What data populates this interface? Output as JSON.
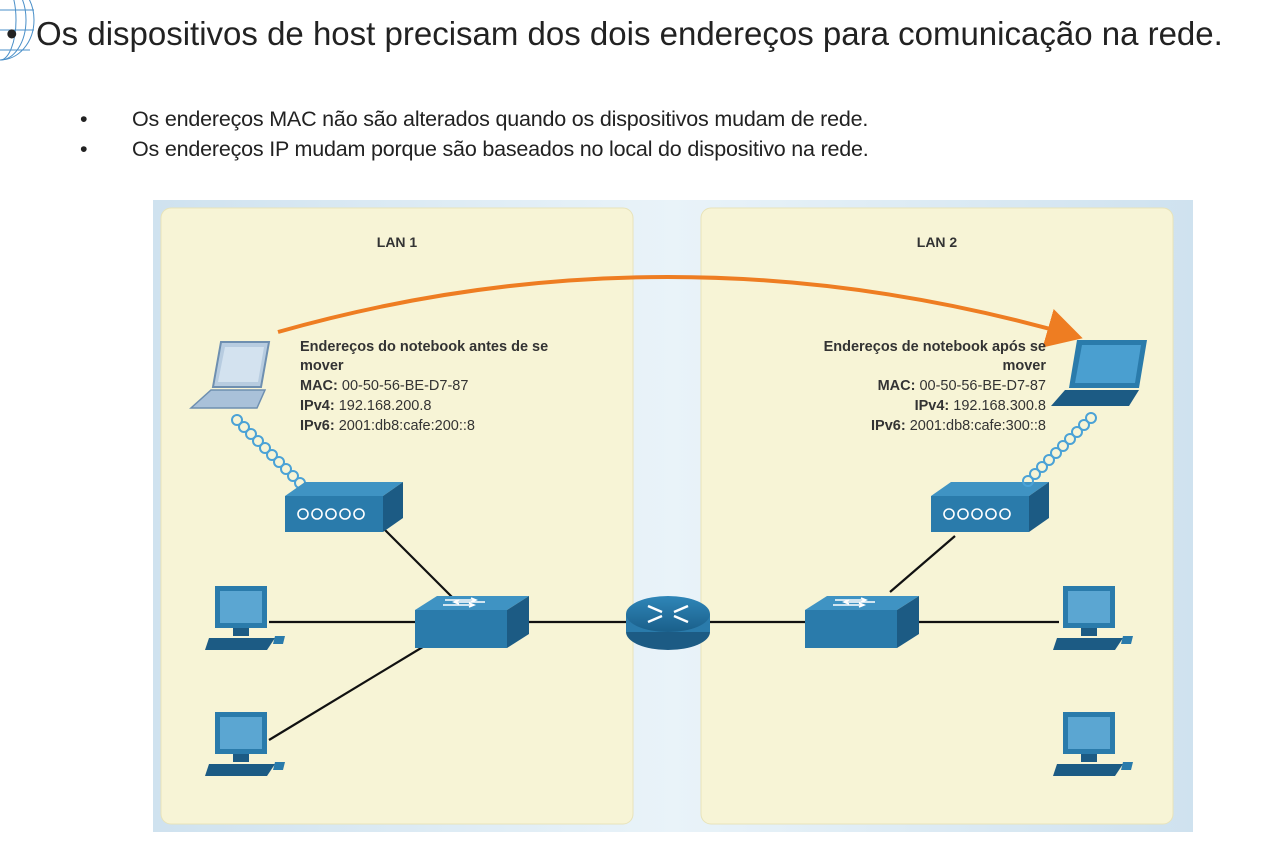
{
  "header": {
    "main_bullet": "Os dispositivos de host precisam dos dois endereços para comunicação na rede.",
    "sub_bullets": [
      "Os endereços MAC não são alterados quando os dispositivos mudam de rede.",
      "Os endereços IP mudam porque são baseados no local do dispositivo na rede."
    ]
  },
  "diagram": {
    "lan1": {
      "title": "LAN 1",
      "notebook_caption_line1": "Endereços do notebook antes de se",
      "notebook_caption_line2": "mover",
      "mac_label": "MAC:",
      "mac_value": "00-50-56-BE-D7-87",
      "ipv4_label": "IPv4:",
      "ipv4_value": "192.168.200.8",
      "ipv6_label": "IPv6:",
      "ipv6_value": "2001:db8:cafe:200::8"
    },
    "lan2": {
      "title": "LAN 2",
      "notebook_caption_line1": "Endereços de notebook após se",
      "notebook_caption_line2": "mover",
      "mac_label": "MAC:",
      "mac_value": "00-50-56-BE-D7-87",
      "ipv4_label": "IPv4:",
      "ipv4_value": "192.168.300.8",
      "ipv6_label": "IPv6:",
      "ipv6_value": "2001:db8:cafe:300::8"
    },
    "colors": {
      "panel": "#f7f4d6",
      "panel_border": "#e8e3b9",
      "backdrop": "#d4e6f2",
      "device": "#2a7bab",
      "device_dark": "#1c5b84",
      "arrow": "#ee7d22",
      "wifi": "#4ba2d6"
    },
    "icons": [
      "laptop-icon",
      "access-point-icon",
      "switch-icon",
      "router-icon",
      "desktop-pc-icon"
    ]
  }
}
